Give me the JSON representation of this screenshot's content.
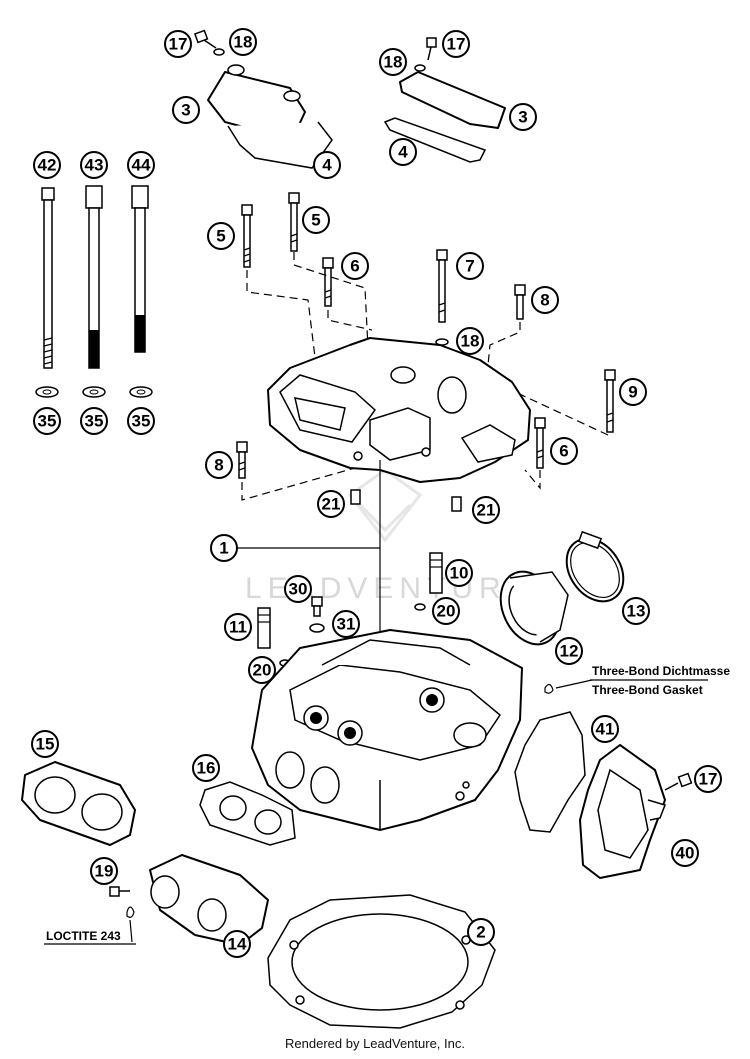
{
  "callouts": {
    "c1": "1",
    "c2": "2",
    "c3a": "3",
    "c3b": "3",
    "c4a": "4",
    "c4b": "4",
    "c5a": "5",
    "c5b": "5",
    "c6a": "6",
    "c6b": "6",
    "c7": "7",
    "c8a": "8",
    "c8b": "8",
    "c9": "9",
    "c10": "10",
    "c11": "11",
    "c12": "12",
    "c13": "13",
    "c14": "14",
    "c15": "15",
    "c16": "16",
    "c17a": "17",
    "c17b": "17",
    "c17c": "17",
    "c18a": "18",
    "c18b": "18",
    "c18c": "18",
    "c19": "19",
    "c20a": "20",
    "c20b": "20",
    "c21a": "21",
    "c21b": "21",
    "c30": "30",
    "c31": "31",
    "c35a": "35",
    "c35b": "35",
    "c35c": "35",
    "c40": "40",
    "c41": "41",
    "c42": "42",
    "c43": "43",
    "c44": "44"
  },
  "notes": {
    "three_bond_de": "Three-Bond Dichtmasse",
    "three_bond_en": "Three-Bond Gasket",
    "loctite": "LOCTITE 243"
  },
  "watermark": "LEADVENTURE",
  "footer": "Rendered by LeadVenture, Inc."
}
